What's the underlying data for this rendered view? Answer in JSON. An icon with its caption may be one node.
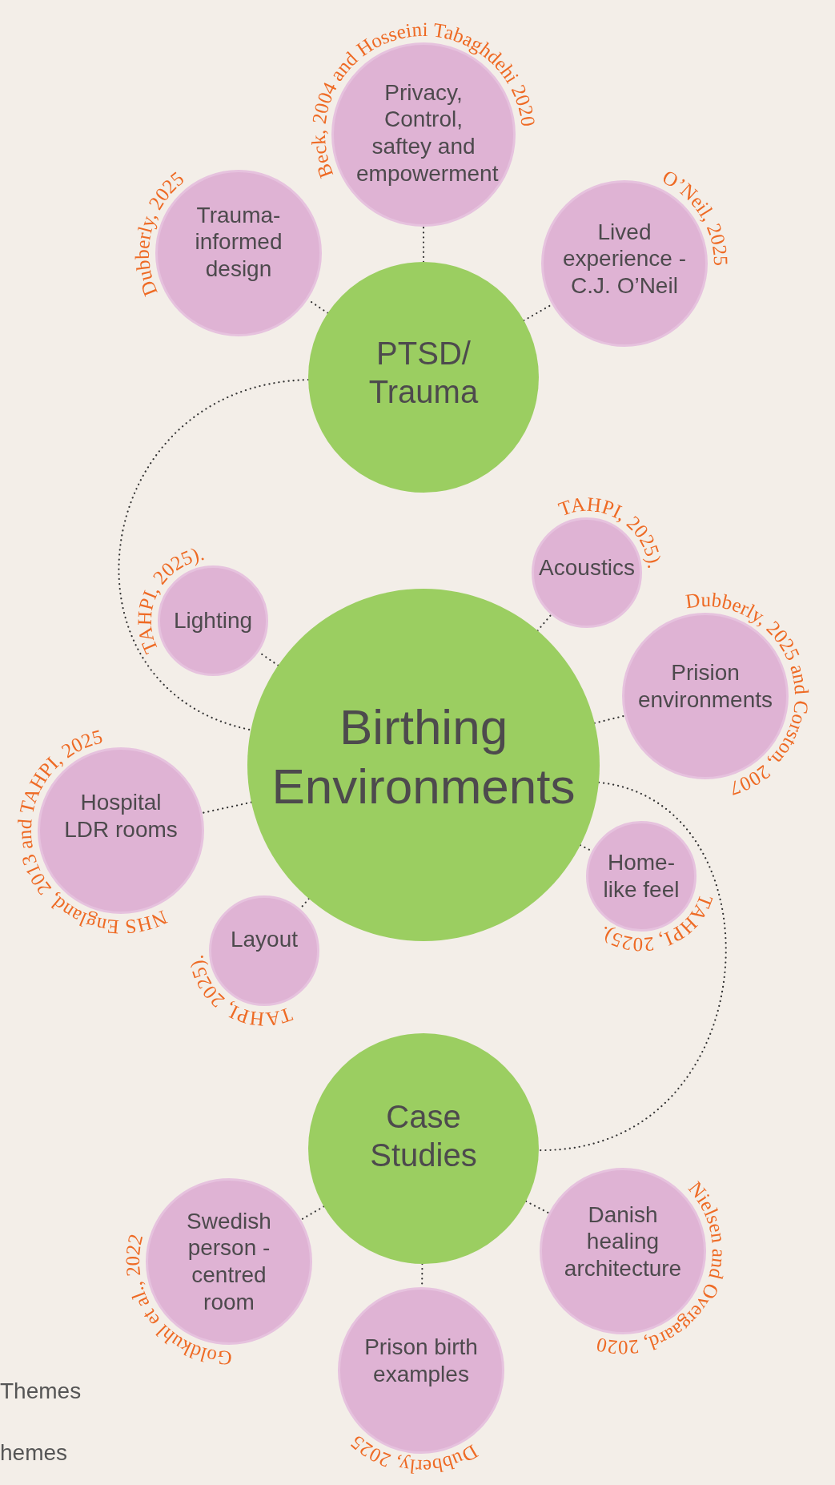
{
  "diagram": {
    "nodes": [
      {
        "text": [
          "Privacy, Control, saftey and empowerment",
          "Beck, 2004 and Hosseini Tabaghdehi 2020"
        ]
      },
      {
        "text": [
          "Dubberly, 2025",
          "Trauma-informed design"
        ]
      },
      {
        "text": [
          "Lived experience - C.J. O’Neil",
          "O’Neil, 2025"
        ]
      },
      {
        "text": [
          "PTSD/ Trauma"
        ]
      },
      {
        "text": [
          "Lighting",
          "TAHPI, 2025)."
        ]
      },
      {
        "text": [
          "Acoustics",
          "TAHPI, 2025)."
        ]
      },
      {
        "text": [
          "Birthing Environments"
        ]
      },
      {
        "text": [
          "Prision environments",
          "Dubberly, 2025 and Corston, 2007"
        ]
      },
      {
        "text": [
          "Hospital LDR rooms",
          "NHS England, 2013 and TAHPI, 2025"
        ]
      },
      {
        "text": [
          "Home-like feel",
          "TAHPI, 2025)."
        ]
      },
      {
        "text": [
          "Layout",
          "TAHPI, 2025)."
        ]
      },
      {
        "text": [
          "Case Studies"
        ]
      },
      {
        "text": [
          "Swedish person - centred room",
          "Goldkuhl et al., 2022"
        ]
      },
      {
        "text": [
          "Danish healing architecture",
          "Nielsen and Overgaard, 2020"
        ]
      },
      {
        "text": [
          "Prison birth examples",
          "Dubberly, 2025"
        ]
      }
    ],
    "edges": [
      {
        "from": 3,
        "to": 0,
        "arrow": "none"
      },
      {
        "from": 3,
        "to": 1,
        "arrow": "none"
      },
      {
        "from": 3,
        "to": 2,
        "arrow": "none"
      },
      {
        "from": 3,
        "to": 6,
        "arrow": "none"
      },
      {
        "from": 6,
        "to": 4,
        "arrow": "none"
      },
      {
        "from": 6,
        "to": 5,
        "arrow": "none"
      },
      {
        "from": 6,
        "to": 7,
        "arrow": "none"
      },
      {
        "from": 6,
        "to": 8,
        "arrow": "none"
      },
      {
        "from": 6,
        "to": 9,
        "arrow": "none"
      },
      {
        "from": 6,
        "to": 10,
        "arrow": "none"
      },
      {
        "from": 6,
        "to": 11,
        "arrow": "none"
      },
      {
        "from": 11,
        "to": 12,
        "arrow": "none"
      },
      {
        "from": 11,
        "to": 13,
        "arrow": "none"
      },
      {
        "from": 11,
        "to": 14,
        "arrow": "none"
      }
    ],
    "labels": [
      "Themes",
      "hemes"
    ]
  }
}
